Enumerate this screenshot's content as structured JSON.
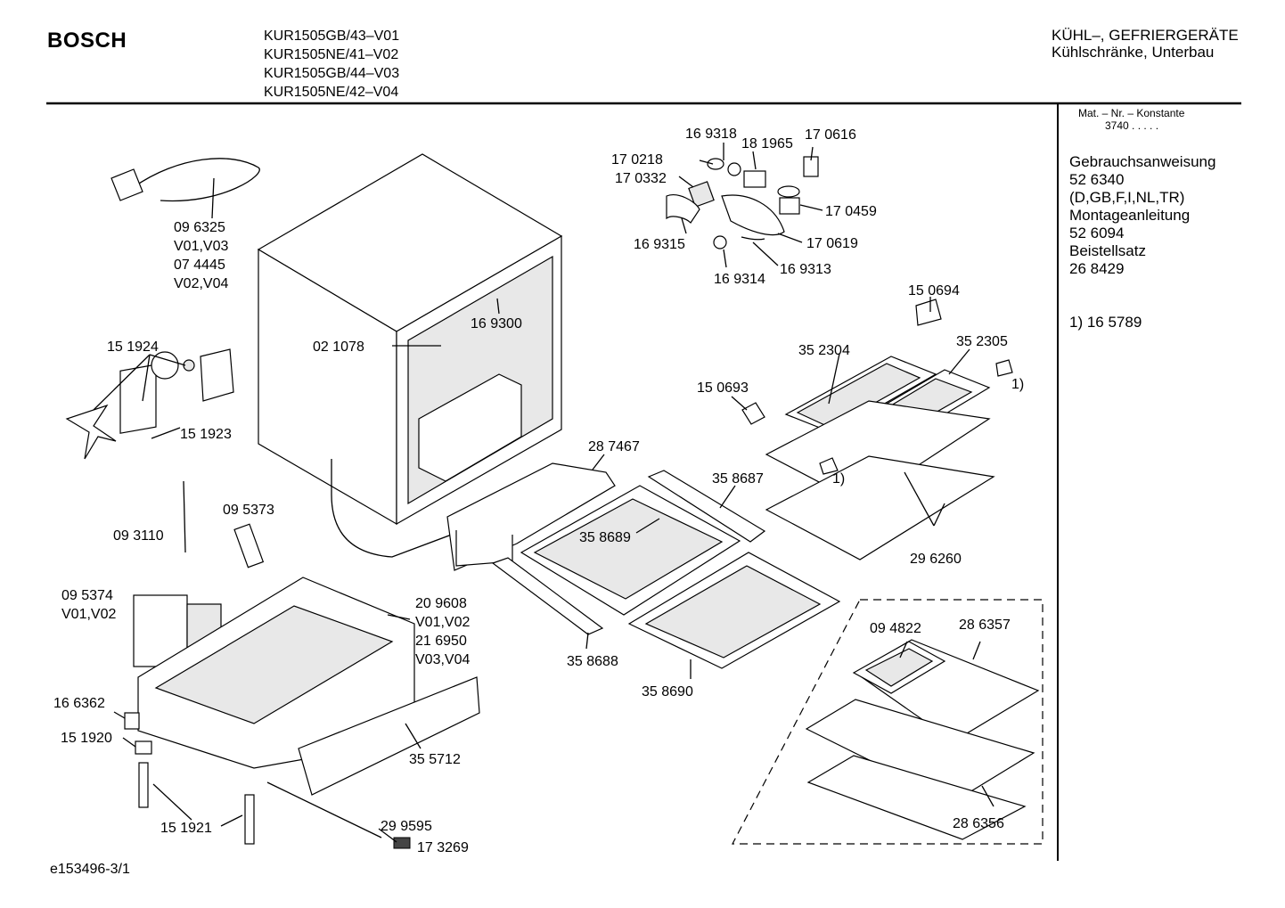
{
  "header": {
    "brand": "BOSCH",
    "models": [
      "KUR1505GB/43–V01",
      "KUR1505NE/41–V02",
      "KUR1505GB/44–V03",
      "KUR1505NE/42–V04"
    ],
    "category_line1": "KÜHL–, GEFRIERGERÄTE",
    "category_line2": "Kühlschränke, Unterbau"
  },
  "sidebar": {
    "mat_label": "Mat. – Nr. – Konstante",
    "mat_value": "3740  .  .  .  .  .",
    "lines": [
      "Gebrauchsanweisung",
      "52 6340",
      "(D,GB,F,I,NL,TR)",
      "Montageanleitung",
      "52 6094",
      "Beistellsatz",
      "26 8429"
    ],
    "footnote": "1)  16 5789"
  },
  "footer": {
    "doc_id": "e153496-3/1"
  },
  "parts": [
    "16 9318",
    "18 1965",
    "17 0616",
    "17 0218",
    "17 0332",
    "17 0459",
    "16 9315",
    "17 0619",
    "16 9314",
    "16 9313",
    "09 6325",
    "V01,V03",
    "07 4445",
    "V02,V04",
    "16 9300",
    "02 1078",
    "15 1924",
    "15 1923",
    "15 0694",
    "35 2304",
    "35 2305",
    "1)",
    "15 0693",
    "28 7467",
    "35 8687",
    "1)",
    "09 5373",
    "09 3110",
    "35 8689",
    "29 6260",
    "09 5374",
    "V01,V02",
    "20 9608",
    "V01,V02",
    "21 6950",
    "V03,V04",
    "35 8688",
    "35 8690",
    "09 4822",
    "28 6357",
    "16 6362",
    "15 1920",
    "35 5712",
    "28 6356",
    "15 1921",
    "29 9595",
    "17 3269"
  ]
}
